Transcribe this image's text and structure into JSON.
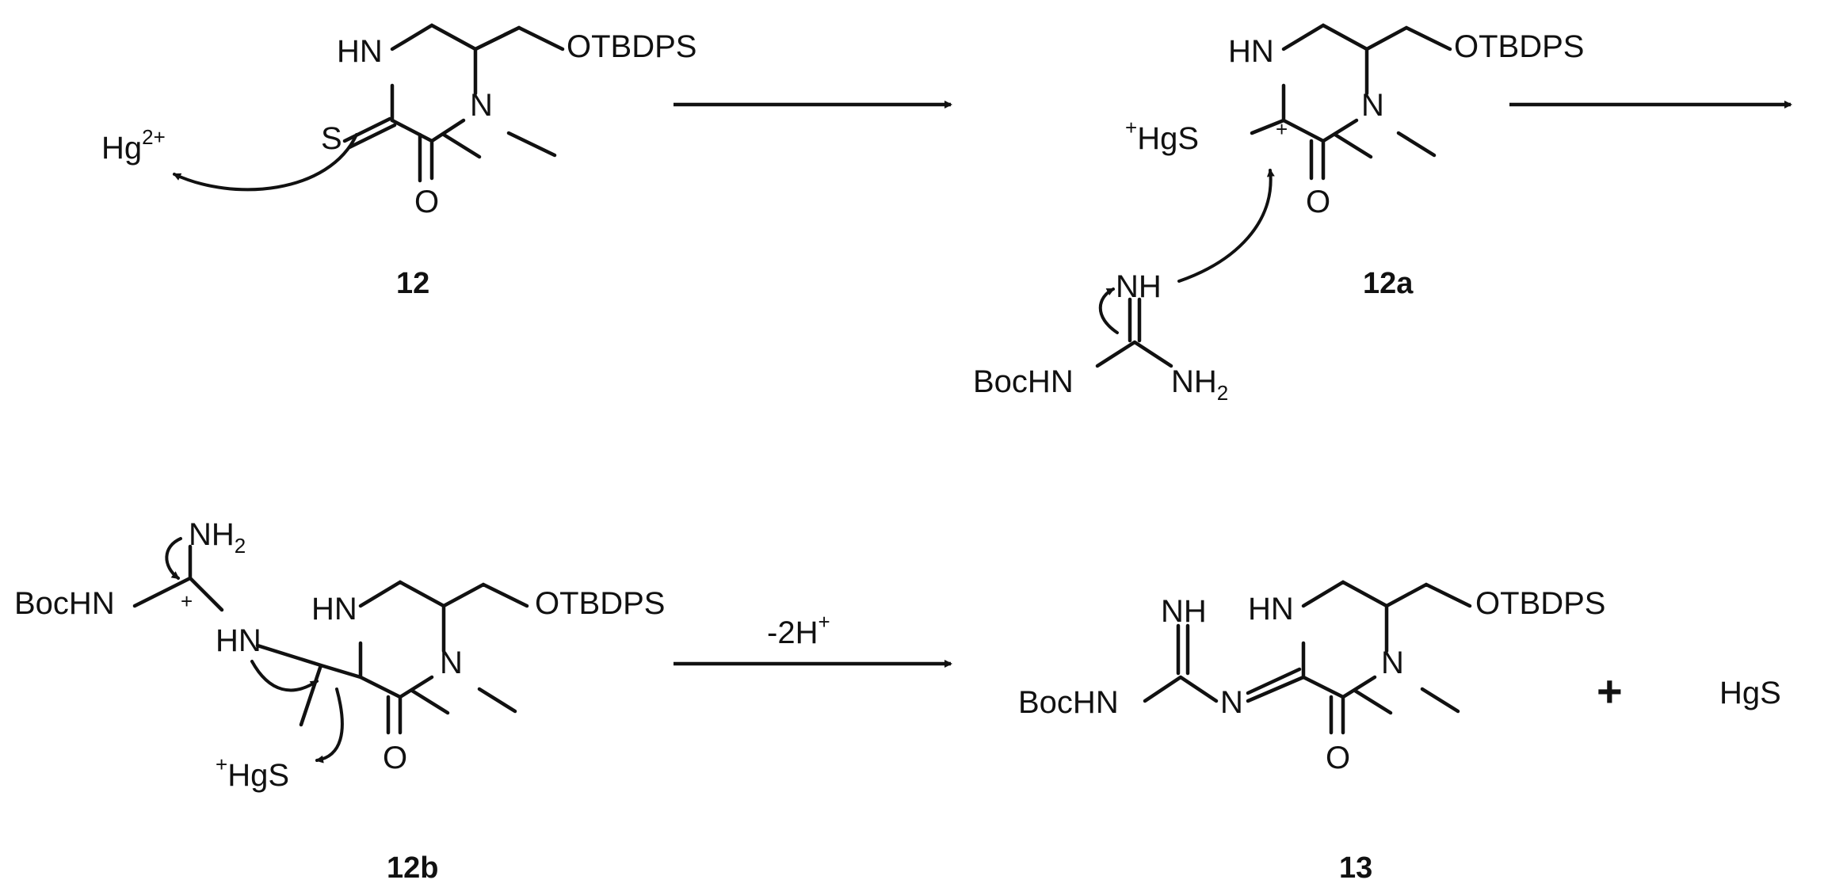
{
  "atoms": {
    "hn": "HN",
    "otbdps": "OTBDPS",
    "n": "N",
    "o": "O",
    "s": "S",
    "hg": "Hg",
    "hg_sup": "2+",
    "hgs": "HgS",
    "plus": "+",
    "nh": "NH",
    "bochn": "BocHN",
    "nh2": "NH",
    "sub2": "2",
    "h_sup_plus": "+"
  },
  "compounds": {
    "c12": "12",
    "c12a": "12a",
    "c12b": "12b",
    "c13": "13"
  },
  "conditions": {
    "step3": "-2H",
    "step3_sup": "+"
  },
  "byproduct": {
    "plus_sign": "+",
    "hgs": "HgS"
  }
}
